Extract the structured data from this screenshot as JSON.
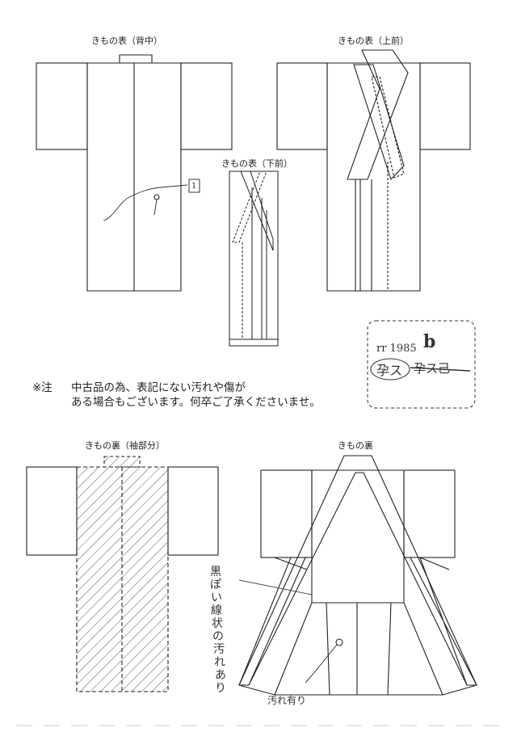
{
  "labels": {
    "back": "きもの表（背中）",
    "front_upper": "きもの表（上前）",
    "front_lower": "きもの表（下前）",
    "lining_sleeve": "きもの裏（袖部分）",
    "lining": "きもの裏"
  },
  "note": {
    "mark": "※注",
    "line1": "中古品の為、表記にない汚れや傷が",
    "line2": "ある場合もございます。何卒ご了承くださいませ。"
  },
  "handwriting": {
    "code": "rr 1985",
    "letter": "b",
    "circled": "孕ス",
    "struck": "孕ス己",
    "tag": "1",
    "stain_note_chars": [
      "黒",
      "ぽ",
      "い",
      "線",
      "状",
      "の",
      "汚",
      "れ",
      "あ",
      "り"
    ],
    "stain_note2": "汚れ有り"
  }
}
